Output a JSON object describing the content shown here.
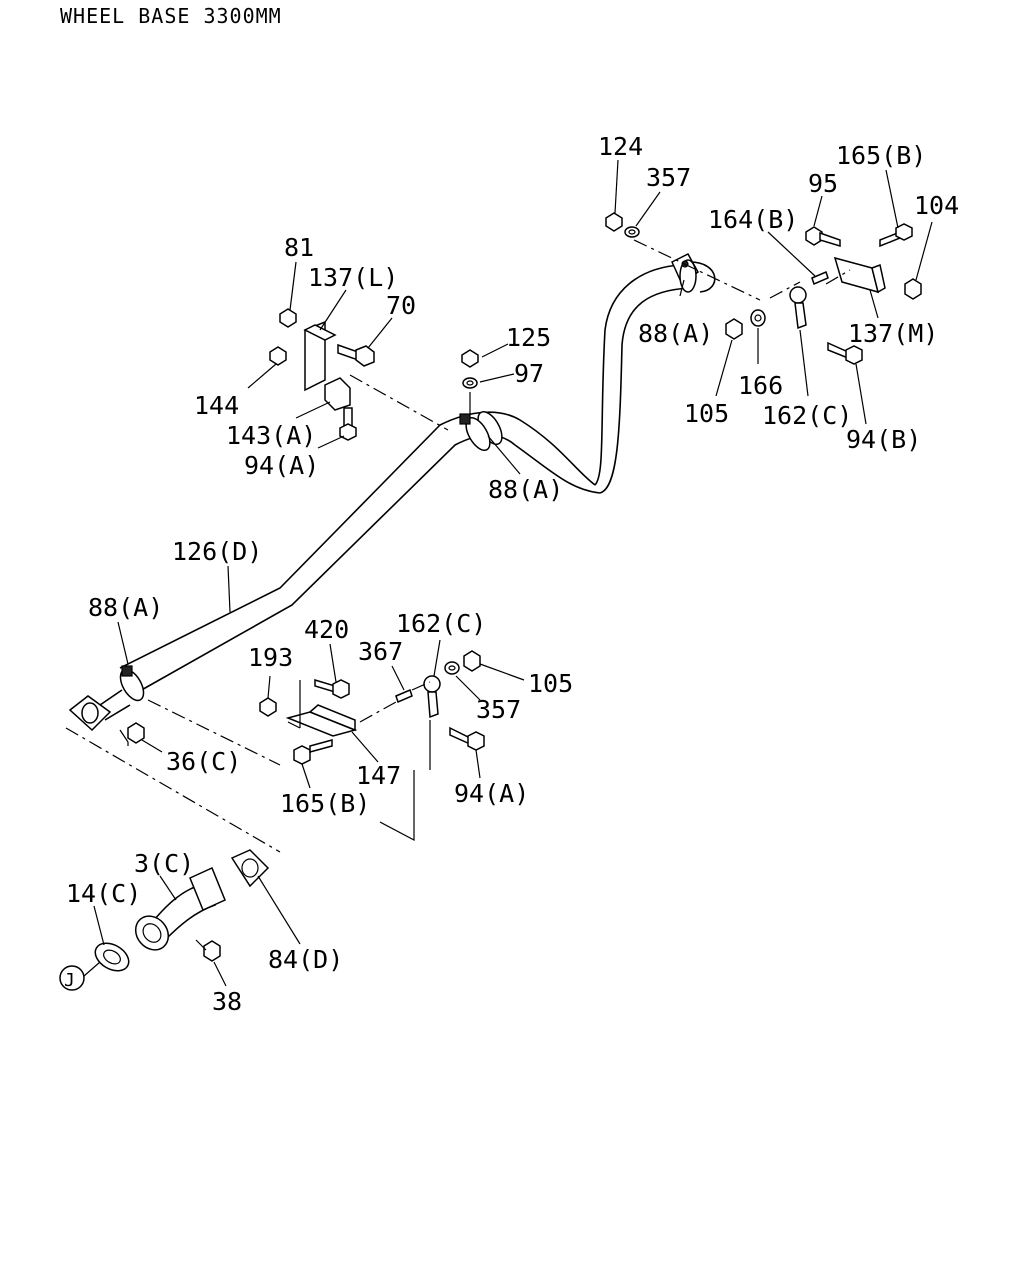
{
  "title": "WHEEL BASE 3300MM",
  "callouts": {
    "c124": "124",
    "c357_top": "357",
    "c165b_top": "165(B)",
    "c95": "95",
    "c104": "104",
    "c164b": "164(B)",
    "c81": "81",
    "c137l": "137(L)",
    "c70": "70",
    "c125": "125",
    "c97": "97",
    "c88a_top": "88(A)",
    "c137m": "137(M)",
    "c144": "144",
    "c166": "166",
    "c105_top": "105",
    "c162c_top": "162(C)",
    "c143a": "143(A)",
    "c94b": "94(B)",
    "c94a_top": "94(A)",
    "c88a_mid": "88(A)",
    "c126d": "126(D)",
    "c88a_left": "88(A)",
    "c420": "420",
    "c162c_bot": "162(C)",
    "c193": "193",
    "c367": "367",
    "c105_bot": "105",
    "c357_bot": "357",
    "c36c": "36(C)",
    "c147": "147",
    "c94a_bot": "94(A)",
    "c165b_bot": "165(B)",
    "c3c": "3(C)",
    "c14c": "14(C)",
    "c84d": "84(D)",
    "c38": "38",
    "cJ": "J"
  }
}
